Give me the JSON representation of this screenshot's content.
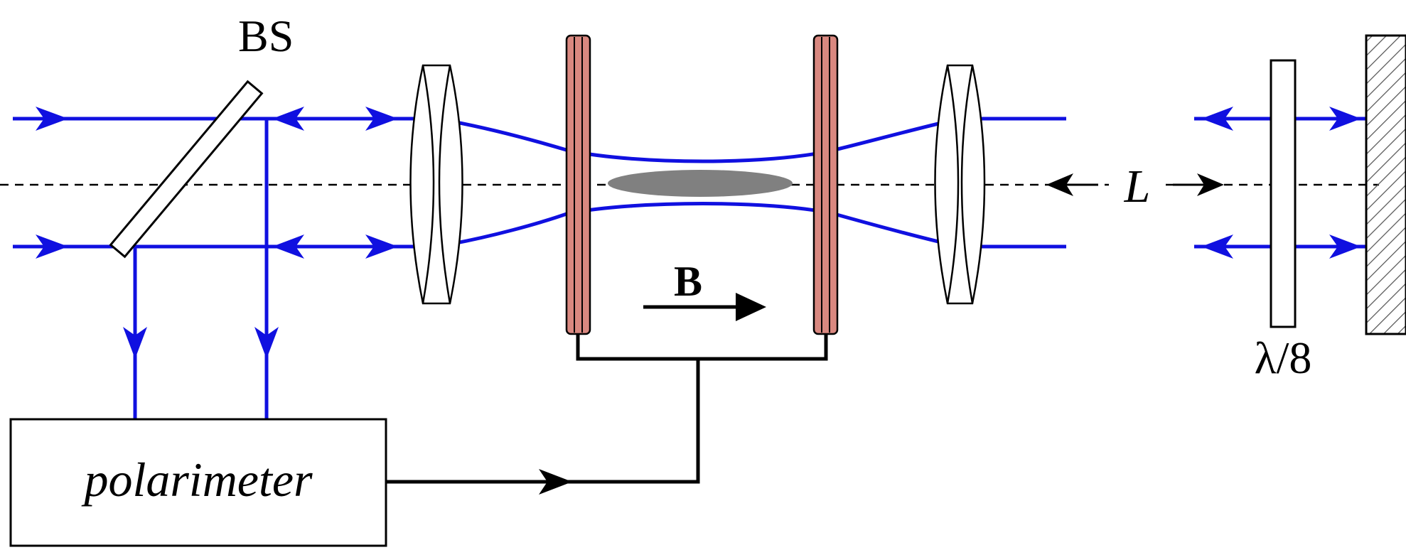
{
  "labels": {
    "beam_splitter": "BS",
    "magnetic_field": "B",
    "distance": "L",
    "waveplate": "λ/8",
    "polarimeter": "polarimeter"
  },
  "colors": {
    "beam": "#1010e0",
    "coil": "#d98880",
    "sample": "#808080",
    "outline": "#000000",
    "hatch": "#555555"
  }
}
